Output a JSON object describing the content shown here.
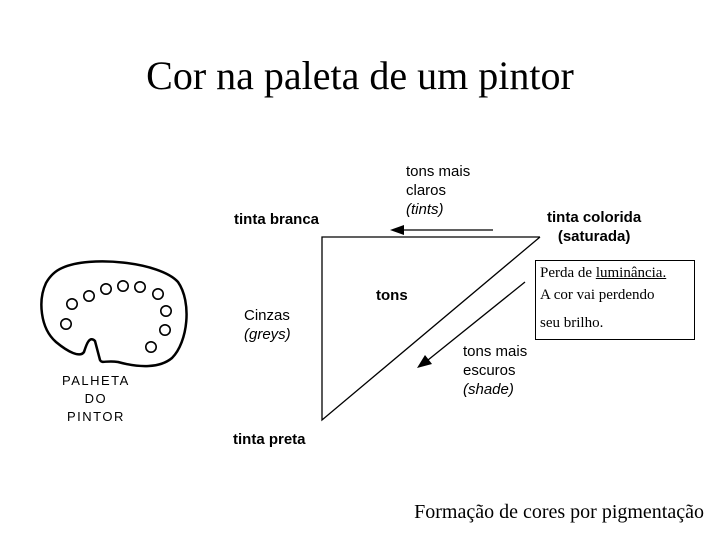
{
  "title": "Cor na paleta de um pintor",
  "labels": {
    "tints_line1": "tons mais",
    "tints_line2": "claros",
    "tints_line3": "(tints)",
    "white_paint": "tinta branca",
    "colored_line1": "tinta colorida",
    "colored_line2": "(saturada)",
    "tones": "tons",
    "greys_line1": "Cinzas",
    "greys_line2": "(greys)",
    "shades_line1": "tons mais",
    "shades_line2": "escuros",
    "shades_line3": "(shade)",
    "black_paint": "tinta preta"
  },
  "palette_caption": {
    "line1": "PALHETA",
    "line2": "DO",
    "line3": "PINTOR"
  },
  "note": {
    "line1_prefix": "Perda de ",
    "line1_underlined": "luminância.",
    "line2": "A cor vai perdendo",
    "line3": "seu brilho."
  },
  "footer": "Formação de cores por pigmentação"
}
